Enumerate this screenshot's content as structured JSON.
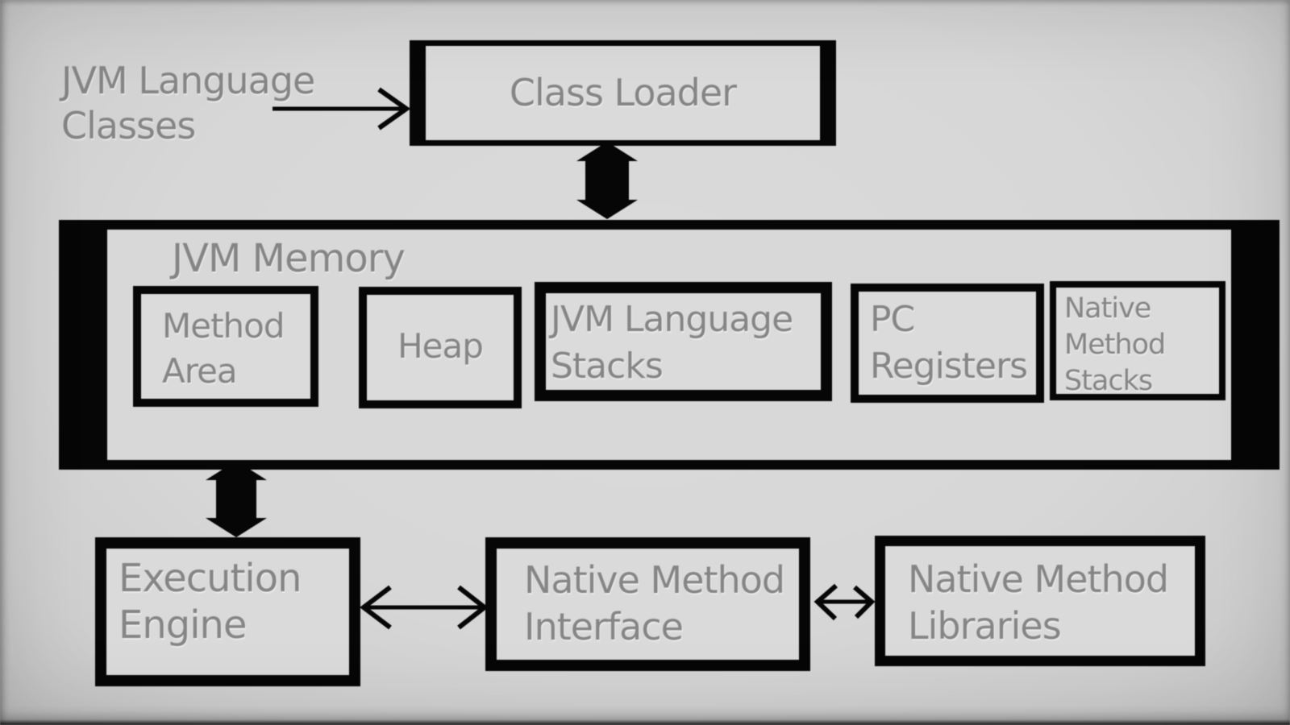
{
  "diagram": {
    "external_label": {
      "lines": [
        "JVM Language",
        "Classes"
      ]
    },
    "class_loader": {
      "label": "Class Loader"
    },
    "jvm_memory": {
      "title": "JVM Memory",
      "boxes": [
        {
          "id": "method-area",
          "lines": [
            "Method",
            "Area"
          ]
        },
        {
          "id": "heap",
          "lines": [
            "Heap"
          ]
        },
        {
          "id": "jvm-language-stacks",
          "lines": [
            "JVM Language",
            "Stacks"
          ]
        },
        {
          "id": "pc-registers",
          "lines": [
            "PC",
            "Registers"
          ]
        },
        {
          "id": "native-method-stacks",
          "lines": [
            "Native",
            "Method",
            "Stacks"
          ]
        }
      ]
    },
    "execution_engine": {
      "lines": [
        "Execution",
        "Engine"
      ]
    },
    "native_method_interface": {
      "lines": [
        "Native Method",
        "Interface"
      ]
    },
    "native_method_libraries": {
      "lines": [
        "Native Method",
        "Libraries"
      ]
    },
    "colors": {
      "background": "#d7d7d7",
      "border_and_arrows": "#060606",
      "label_text": "#858585"
    }
  }
}
